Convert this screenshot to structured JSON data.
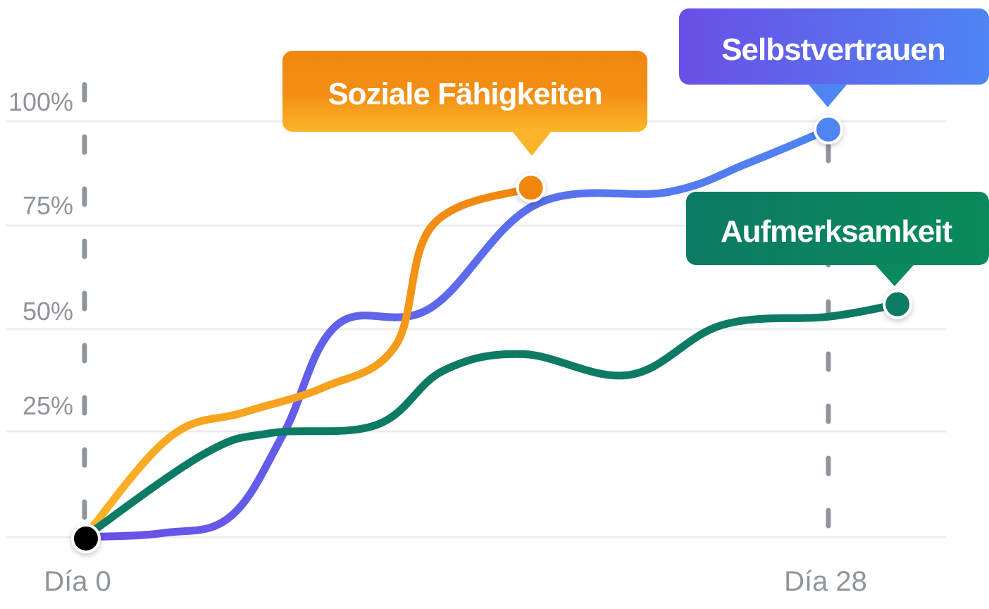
{
  "chart_data": {
    "type": "line",
    "x_labels": [
      "Día 0",
      "Día 28"
    ],
    "y_ticks": [
      "100%",
      "75%",
      "50%",
      "25%"
    ],
    "ylim": [
      0,
      100
    ],
    "xlim": [
      0,
      28
    ],
    "grid": true,
    "series": [
      {
        "name": "Selbstvertrauen",
        "color": "#5b6cf0",
        "color_start": "#6a4fe6",
        "color_end": "#4f84f3",
        "points": [
          [
            0,
            0
          ],
          [
            3,
            1
          ],
          [
            5.5,
            5
          ],
          [
            7.5,
            25
          ],
          [
            9.5,
            51
          ],
          [
            13,
            55
          ],
          [
            17,
            80
          ],
          [
            22,
            83
          ],
          [
            25,
            90
          ],
          [
            28,
            98
          ]
        ]
      },
      {
        "name": "Soziale Fähigkeiten",
        "color": "#f39b1a",
        "color_start": "#fbb429",
        "color_end": "#f0870f",
        "points": [
          [
            0,
            0
          ],
          [
            3.2,
            24
          ],
          [
            6,
            30
          ],
          [
            9,
            36
          ],
          [
            11.7,
            46
          ],
          [
            13.1,
            75
          ],
          [
            16.8,
            84
          ]
        ]
      },
      {
        "name": "Aufmerksamkeit",
        "color": "#0d7a63",
        "color_start": "#0d7a63",
        "color_end": "#0d7a63",
        "points": [
          [
            0,
            0
          ],
          [
            4.5,
            20
          ],
          [
            7,
            25
          ],
          [
            11,
            27
          ],
          [
            13.5,
            40
          ],
          [
            16.5,
            44
          ],
          [
            20.5,
            39
          ],
          [
            24,
            51
          ],
          [
            28,
            53
          ],
          [
            30.6,
            56
          ]
        ]
      }
    ],
    "callouts": [
      {
        "series": "Soziale Fähigkeiten",
        "label": "Soziale Fähigkeiten",
        "gradient": [
          "#f0870f",
          "#fbb429"
        ]
      },
      {
        "series": "Selbstvertrauen",
        "label": "Selbstvertrauen",
        "gradient": [
          "#6a4fe6",
          "#4f84f3"
        ]
      },
      {
        "series": "Aufmerksamkeit",
        "label": "Aufmerksamkeit",
        "gradient": [
          "#0d7a63",
          "#098a5a"
        ]
      }
    ],
    "origin_marker_color": "#000000"
  }
}
